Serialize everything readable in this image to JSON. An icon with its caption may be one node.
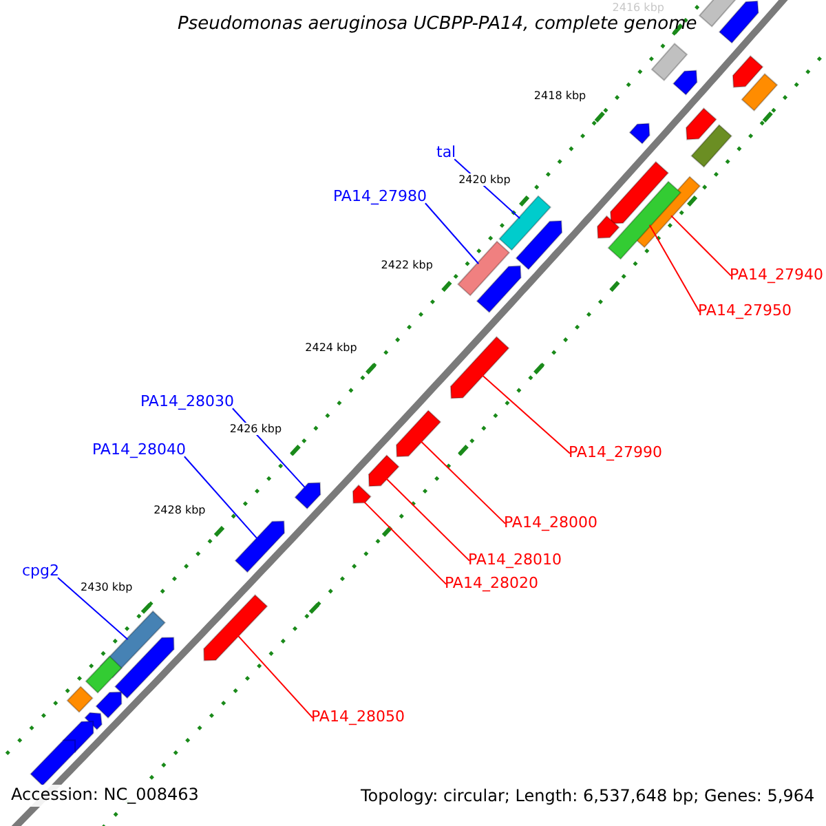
{
  "diagram": {
    "title": "Pseudomonas aeruginosa UCBPP-PA14, complete genome",
    "nodes": [
      {
        "text": [
          "tal"
        ]
      },
      {
        "text": [
          "PA14_27980"
        ]
      },
      {
        "text": [
          "PA14_27940"
        ]
      },
      {
        "text": [
          "PA14_27950"
        ]
      },
      {
        "text": [
          "PA14_27990"
        ]
      },
      {
        "text": [
          "PA14_28030"
        ]
      },
      {
        "text": [
          "PA14_28040"
        ]
      },
      {
        "text": [
          "PA14_28000"
        ]
      },
      {
        "text": [
          "PA14_28010"
        ]
      },
      {
        "text": [
          "PA14_28020"
        ]
      },
      {
        "text": [
          "cpg2"
        ]
      },
      {
        "text": [
          "PA14_28050"
        ]
      },
      {
        "text": [],
        "shape": "bar"
      },
      {
        "text": [],
        "shape": "bar"
      },
      {
        "text": [],
        "shape": "bar"
      },
      {
        "text": [],
        "shape": "bar"
      },
      {
        "text": [],
        "shape": "bar"
      },
      {
        "text": [],
        "shape": "bar"
      },
      {
        "text": [],
        "shape": "bar"
      },
      {
        "text": [],
        "shape": "bar"
      },
      {
        "text": [],
        "shape": "bar"
      },
      {
        "text": [],
        "shape": "bar"
      },
      {
        "text": [],
        "shape": "bar"
      },
      {
        "text": [],
        "shape": "bar"
      },
      {
        "text": [],
        "shape": "bar"
      },
      {
        "text": [],
        "shape": "bar"
      },
      {
        "text": [],
        "shape": "bar"
      },
      {
        "text": [],
        "shape": "bar"
      },
      {
        "text": [],
        "shape": "bar"
      },
      {
        "text": [],
        "shape": "bar"
      },
      {
        "text": [],
        "shape": "bar"
      },
      {
        "text": [],
        "shape": "bar"
      },
      {
        "text": [],
        "shape": "bar"
      },
      {
        "text": [],
        "shape": "bar"
      },
      {
        "text": [],
        "shape": "bar"
      },
      {
        "text": [],
        "shape": "bar"
      },
      {
        "text": [],
        "shape": "bar"
      },
      {
        "text": [],
        "shape": "bar"
      },
      {
        "text": [],
        "shape": "bar"
      },
      {
        "text": [],
        "shape": "bar"
      },
      {
        "text": [],
        "shape": "bar"
      },
      {
        "text": [],
        "shape": "bar"
      },
      {
        "text": [],
        "shape": "bar"
      },
      {
        "text": [],
        "shape": "bar"
      }
    ],
    "edges": [
      {
        "from": 0,
        "to": 24,
        "arrow": "none",
        "color": "#0000ff"
      },
      {
        "from": 1,
        "to": 27,
        "arrow": "none",
        "color": "#0000ff"
      },
      {
        "from": 2,
        "to": 22,
        "arrow": "none"
      },
      {
        "from": 3,
        "to": 23,
        "arrow": "none"
      },
      {
        "from": 4,
        "to": 29,
        "arrow": "none"
      },
      {
        "from": 5,
        "to": 32,
        "arrow": "none",
        "color": "#0000ff"
      },
      {
        "from": 6,
        "to": 34,
        "arrow": "none",
        "color": "#0000ff"
      },
      {
        "from": 7,
        "to": 30,
        "arrow": "none"
      },
      {
        "from": 8,
        "to": 31,
        "arrow": "none"
      },
      {
        "from": 9,
        "to": 33,
        "arrow": "none"
      },
      {
        "from": 10,
        "to": 36,
        "arrow": "none",
        "color": "#0000ff"
      },
      {
        "from": 11,
        "to": 35,
        "arrow": "none"
      }
    ],
    "labels": [
      "2416 kbp",
      "2418 kbp",
      "2420 kbp",
      "2422 kbp",
      "2424 kbp",
      "2426 kbp",
      "2428 kbp",
      "2430 kbp",
      "Accession: NC_008463",
      "Topology: circular; Length: 6,537,648 bp; Genes: 5,964"
    ]
  }
}
